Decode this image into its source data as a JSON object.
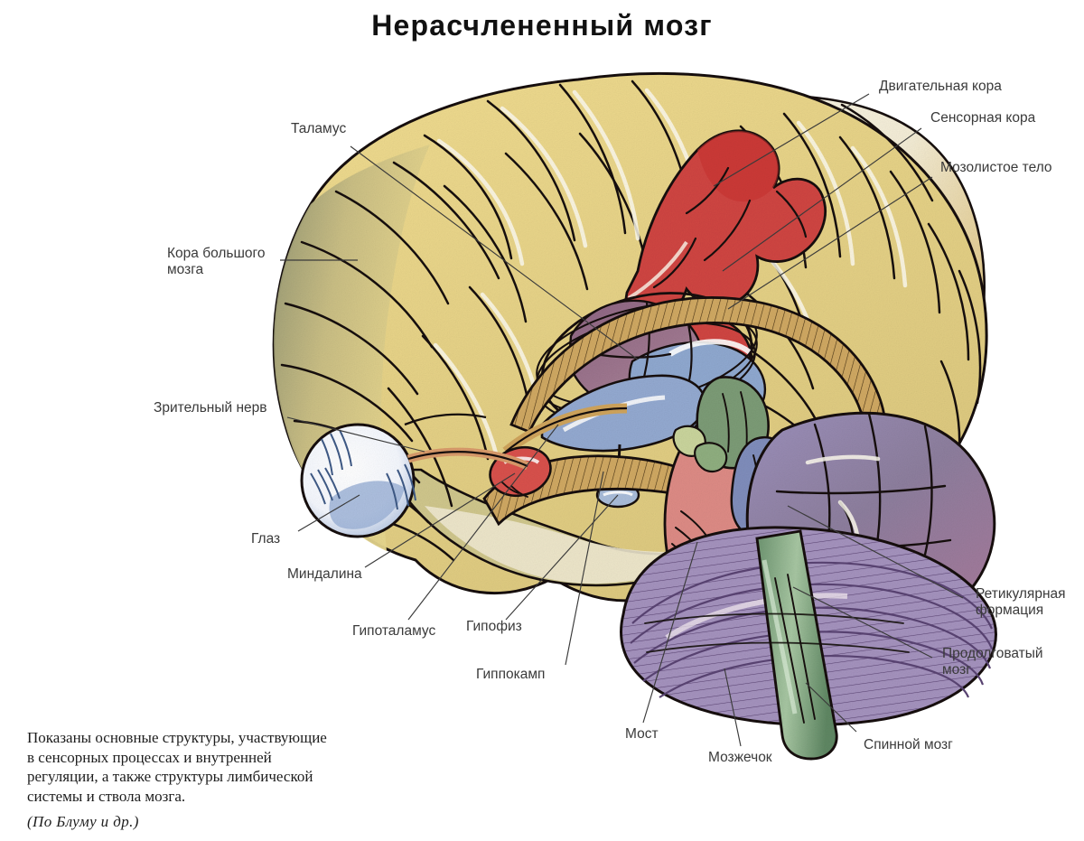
{
  "title": "Нерасчлененный мозг",
  "caption": {
    "body": "Показаны основные структуры, участвующие\nв сенсорных процессах и внутренней\nрегуляции, а также структуры лимбической\nсистемы и ствола мозга.",
    "source": "(По  Блуму  и  др.)"
  },
  "labels": {
    "thalamus": "Таламус",
    "cerebral_cortex": "Кора большого\nмозга",
    "optic_nerve": "Зрительный нерв",
    "eye": "Глаз",
    "amygdala": "Миндалина",
    "hypothalamus": "Гипоталамус",
    "pituitary": "Гипофиз",
    "hippocampus": "Гиппокамп",
    "pons": "Мост",
    "cerebellum": "Мозжечок",
    "spinal_cord": "Спинной мозг",
    "motor_cortex": "Двигательная кора",
    "sensory_cortex": "Сенсорная кора",
    "corpus_callosum": "Мозолистое тело",
    "reticular_formation": "Ретикулярная\nформация",
    "medulla": "Продолговатый\nмозг"
  },
  "colors": {
    "cortex_yellow": "#ead храм",
    "cortex_tan": "#e8d08a",
    "cortex_olive": "#9a9a6e",
    "cortex_cream": "#f4efe0",
    "motor_red": "#d0413f",
    "thalamus_purple": "#8d6482",
    "thalamus_blue": "#8fa8cf",
    "corpus_callosum_tan": "#cfa45c",
    "cerebellum_purple": "#8f82ae",
    "cerebellum_mauve": "#9a7f92",
    "spinal_green": "#7ea07a",
    "pons_salmon": "#de8a84",
    "amygdala_red": "#d8514c",
    "eye_blue": "#9fb4d8",
    "outline": "#15120e",
    "leader": "#3a3a3a",
    "text": "#3a3a3a"
  },
  "figure": {
    "alt_name": "brain-midsagittal-illustration",
    "view": "Сагиттальный разрез головного мозга человека"
  }
}
